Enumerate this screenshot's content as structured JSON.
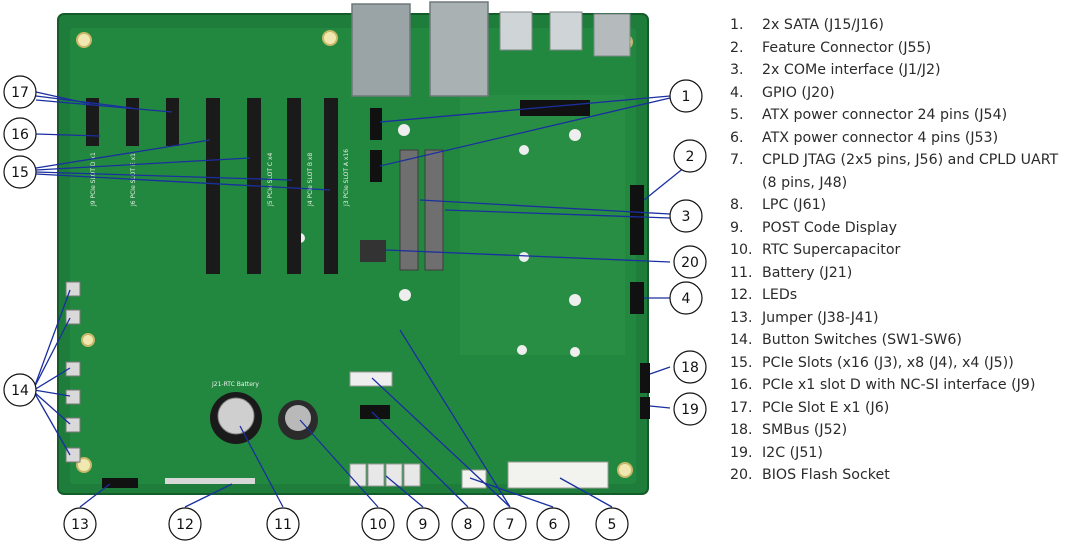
{
  "legend": {
    "items": [
      {
        "num": "1.",
        "text": "2x SATA (J15/J16)"
      },
      {
        "num": "2.",
        "text": "Feature Connector (J55)"
      },
      {
        "num": "3.",
        "text": "2x COMe interface (J1/J2)"
      },
      {
        "num": "4.",
        "text": "GPIO (J20)"
      },
      {
        "num": "5.",
        "text": "ATX power connector 24 pins (J54)"
      },
      {
        "num": "6.",
        "text": "ATX power connector 4 pins (J53)"
      },
      {
        "num": "7.",
        "text": "CPLD JTAG (2x5 pins, J56) and CPLD UART (8 pins, J48)"
      },
      {
        "num": "8.",
        "text": "LPC (J61)"
      },
      {
        "num": "9.",
        "text": "POST Code Display"
      },
      {
        "num": "10.",
        "text": "RTC Supercapacitor"
      },
      {
        "num": "11.",
        "text": "Battery (J21)"
      },
      {
        "num": "12.",
        "text": "LEDs"
      },
      {
        "num": "13.",
        "text": "Jumper (J38-J41)"
      },
      {
        "num": "14.",
        "text": "Button Switches (SW1-SW6)"
      },
      {
        "num": "15.",
        "text": "PCIe Slots (x16 (J3), x8 (J4), x4 (J5))"
      },
      {
        "num": "16.",
        "text": "PCIe x1 slot D with NC-SI interface (J9)"
      },
      {
        "num": "17.",
        "text": "PCIe Slot E x1 (J6)"
      },
      {
        "num": "18.",
        "text": "SMBus (J52)"
      },
      {
        "num": "19.",
        "text": "I2C (J51)"
      },
      {
        "num": "20.",
        "text": "BIOS Flash Socket"
      }
    ]
  },
  "board": {
    "battery_label": "J21-RTC Battery",
    "slot_labels": [
      "J9 PCIe SLOT D x1",
      "J6 PCIe SLOT E x1",
      "J5 PCIe SLOT C x4",
      "J4 PCIe SLOT B x8",
      "J3 PCIe SLOT A x16"
    ],
    "colors": {
      "pcb": "#1e7d3a",
      "pcb_edge": "#145c2a",
      "slot": "#1a1a1a",
      "callout_line": "#1a2fa0"
    }
  },
  "callouts": [
    {
      "num": "17"
    },
    {
      "num": "16"
    },
    {
      "num": "15"
    },
    {
      "num": "14"
    },
    {
      "num": "13"
    },
    {
      "num": "12"
    },
    {
      "num": "11"
    },
    {
      "num": "10"
    },
    {
      "num": "9"
    },
    {
      "num": "8"
    },
    {
      "num": "7"
    },
    {
      "num": "6"
    },
    {
      "num": "5"
    },
    {
      "num": "1"
    },
    {
      "num": "2"
    },
    {
      "num": "3"
    },
    {
      "num": "20"
    },
    {
      "num": "4"
    },
    {
      "num": "18"
    },
    {
      "num": "19"
    }
  ]
}
